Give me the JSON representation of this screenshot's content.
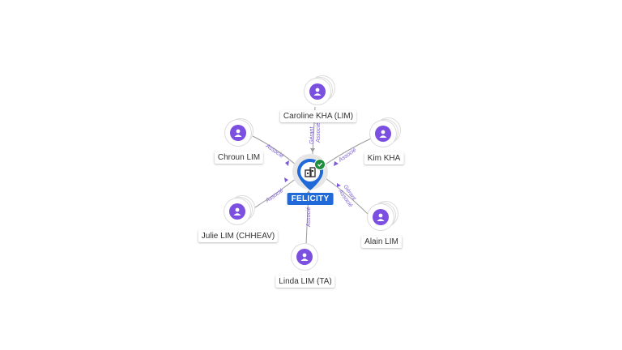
{
  "company": {
    "name": "FELICITY"
  },
  "persons": [
    {
      "id": "caroline",
      "name": "Caroline KHA (LIM)",
      "relations": [
        "Gérant",
        "Associé"
      ]
    },
    {
      "id": "chroun",
      "name": "Chroun LIM",
      "relations": [
        "Associé"
      ]
    },
    {
      "id": "kim",
      "name": "Kim KHA",
      "relations": [
        "Associé"
      ]
    },
    {
      "id": "julie",
      "name": "Julie LIM (CHHEAV)",
      "relations": [
        "Associé"
      ]
    },
    {
      "id": "alain",
      "name": "Alain LIM",
      "relations": [
        "Gérant",
        "Associé"
      ]
    },
    {
      "id": "linda",
      "name": "Linda LIM (TA)",
      "relations": [
        "Associé"
      ]
    }
  ],
  "colors": {
    "person": "#7b4fe0",
    "company": "#1f6ad8",
    "verified": "#1e8e3e",
    "edge": "#8a8a8a",
    "relation_text": "#7b5bd6"
  },
  "icons": {
    "person": "person-icon",
    "company": "building-icon",
    "verified": "check-icon"
  }
}
